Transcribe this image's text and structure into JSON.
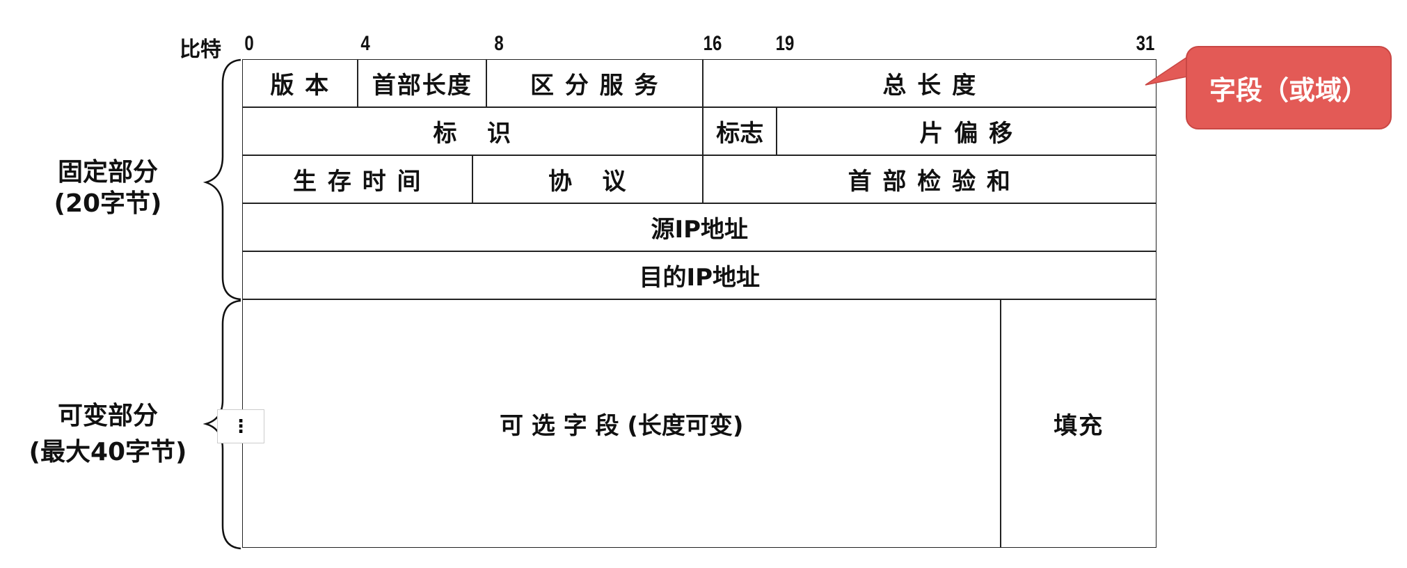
{
  "bits": {
    "label": "比特",
    "ticks": [
      "0",
      "4",
      "8",
      "16",
      "19",
      "31"
    ]
  },
  "rows": {
    "r1": [
      "版 本",
      "首部长度",
      "区 分 服 务",
      "总 长 度"
    ],
    "r2": [
      "标   识",
      "标志",
      "片 偏 移"
    ],
    "r3": [
      "生 存 时 间",
      "协   议",
      "首 部 检 验 和"
    ],
    "r4": [
      "源IP地址"
    ],
    "r5": [
      "目的IP地址"
    ],
    "r6": [
      "可 选 字 段 (长度可变)",
      "填充"
    ]
  },
  "side": {
    "fixed_title": "固定部分",
    "fixed_sub": "(20字节)",
    "variable_title": "可变部分",
    "variable_sub": "(最大40字节)"
  },
  "callout": {
    "text": "字段（或域）",
    "color": "#e35a56"
  },
  "more_button": {
    "icon": "vertical-ellipsis-icon",
    "glyph": "⋮"
  }
}
